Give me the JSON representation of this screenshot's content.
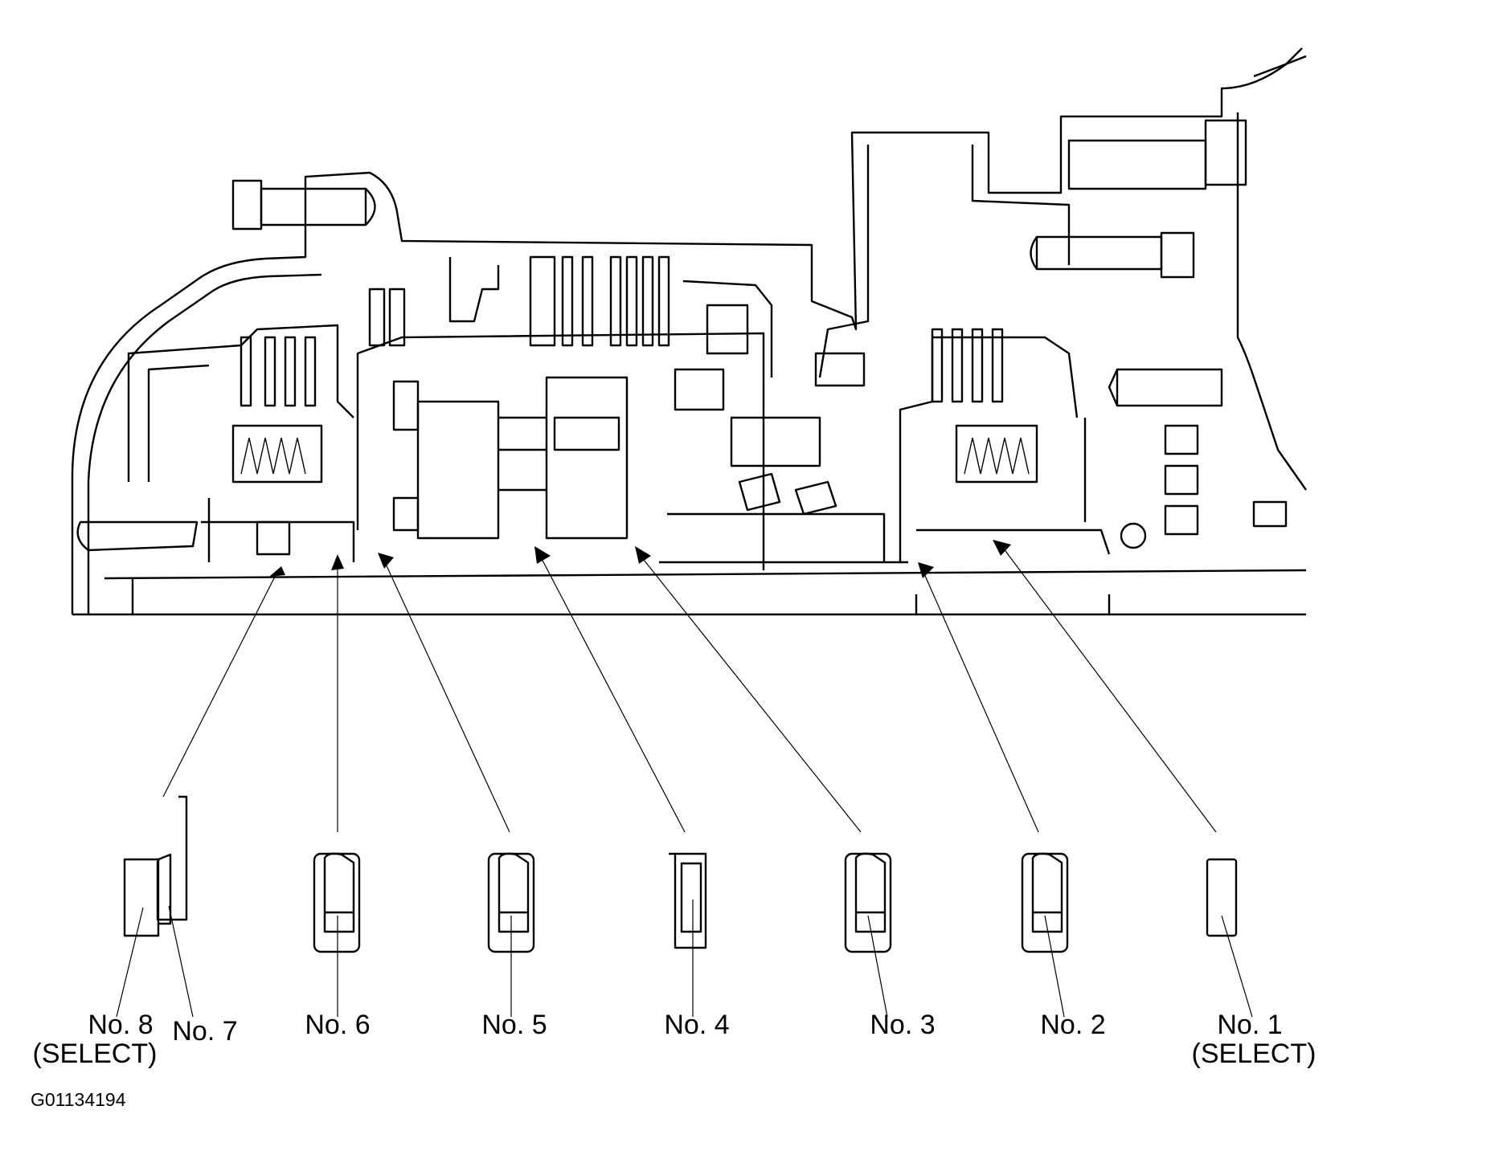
{
  "labels": {
    "no8": "No. 8",
    "no8_sub": "(SELECT)",
    "no7": "No. 7",
    "no6": "No. 6",
    "no5": "No. 5",
    "no4": "No. 4",
    "no3": "No. 3",
    "no2": "No. 2",
    "no1": "No. 1",
    "no1_sub": "(SELECT)"
  },
  "figure_code": "G01134194"
}
